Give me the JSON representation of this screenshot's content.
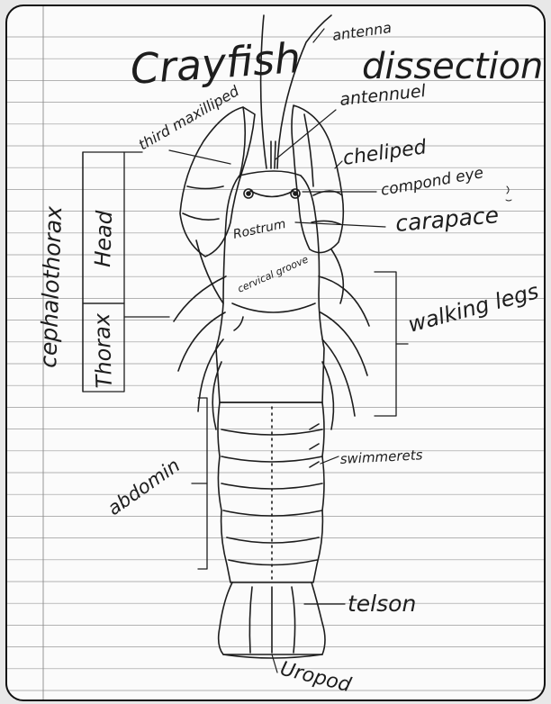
{
  "title": "Crayfish",
  "title_right": "dissection",
  "labels": {
    "antenna": "antenna",
    "antennule": "antennuel",
    "third_maxilliped": "third maxilliped",
    "cheliped": "cheliped",
    "compound_eye": "compond eye",
    "carapace": "carapace",
    "rostrum": "Rostrum",
    "cervical_groove": "cervical groove",
    "cephalothorax": "cephalothorax",
    "head": "Head",
    "thorax": "Thorax",
    "walking_legs": "walking legs",
    "swimmerets": "swimmerets",
    "abdomen": "abdomin",
    "telson": "telson",
    "uropod": "Uropod"
  },
  "colors": {
    "ink": "#1d1d1d",
    "paper": "#fbfbfb",
    "rule": "#9a9a9a",
    "margin": "#8a8a8a"
  }
}
